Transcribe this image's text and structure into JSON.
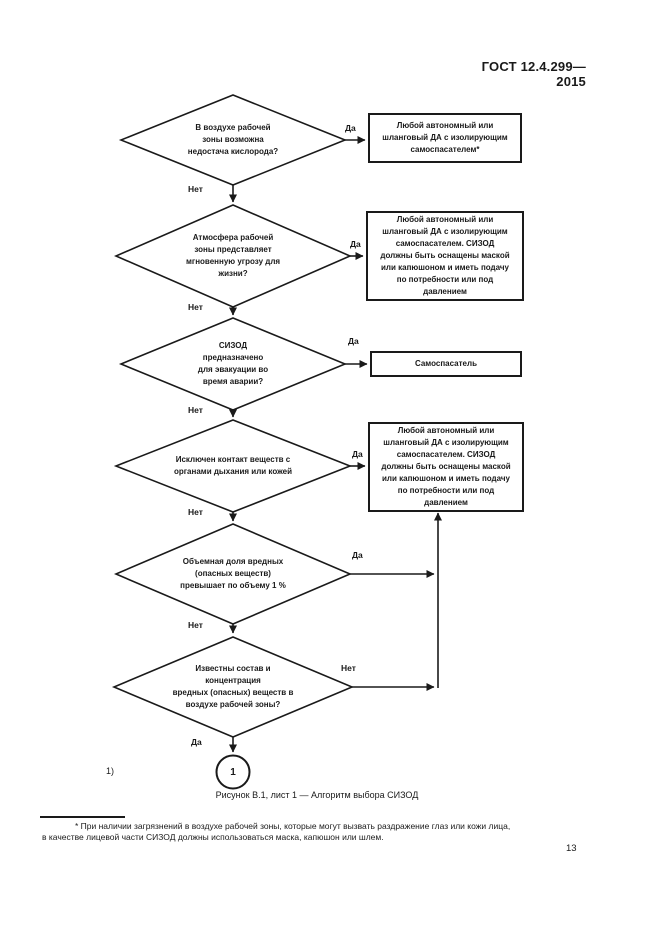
{
  "page": {
    "header": "ГОСТ 12.4.299—2015",
    "page_number": "13",
    "note_ref": "1)",
    "caption": "Рисунок В.1, лист 1 — Алгоритм выбора СИЗОД",
    "footnote_line1": "* При наличии загрязнений в воздухе рабочей зоны, которые могут вызвать раздражение глаз или кожи лица,",
    "footnote_line2": "в качестве лицевой части СИЗОД должны использоваться маска, капюшон или шлем."
  },
  "flowchart": {
    "label_yes": "Да",
    "label_no": "Нет",
    "connector_number": "1",
    "decisions": [
      {
        "text": "В воздухе рабочей\nзоны возможна\nнедостача кислорода?"
      },
      {
        "text": "Атмосфера рабочей\nзоны представляет\nмгновенную угрозу для\nжизни?"
      },
      {
        "text": "СИЗОД\nпредназначено\nдля эвакуации во\nвремя аварии?"
      },
      {
        "text": "Исключен контакт веществ с\nорганами дыхания или кожей"
      },
      {
        "text": "Объемная доля вредных\n(опасных веществ)\nпревышает по объему 1 %"
      },
      {
        "text": "Известны состав и\nконцентрация\nвредных (опасных) веществ в\nвоздухе рабочей зоны?"
      }
    ],
    "actions": [
      {
        "text": "Любой автономный или\nшланговый ДА с изолирующим\nсамоспасателем*"
      },
      {
        "text": "Любой автономный или\nшланговый ДА с изолирующим\nсамоспасателем. СИЗОД\nдолжны быть оснащены маской\nили капюшоном и иметь подачу\nпо потребности или под\nдавлением"
      },
      {
        "text": "Самоспасатель"
      },
      {
        "text": "Любой автономный или\nшланговый ДА с изолирующим\nсамоспасателем. СИЗОД\nдолжны быть оснащены маской\nили капюшоном и иметь подачу\nпо потребности или под\nдавлением"
      }
    ]
  }
}
